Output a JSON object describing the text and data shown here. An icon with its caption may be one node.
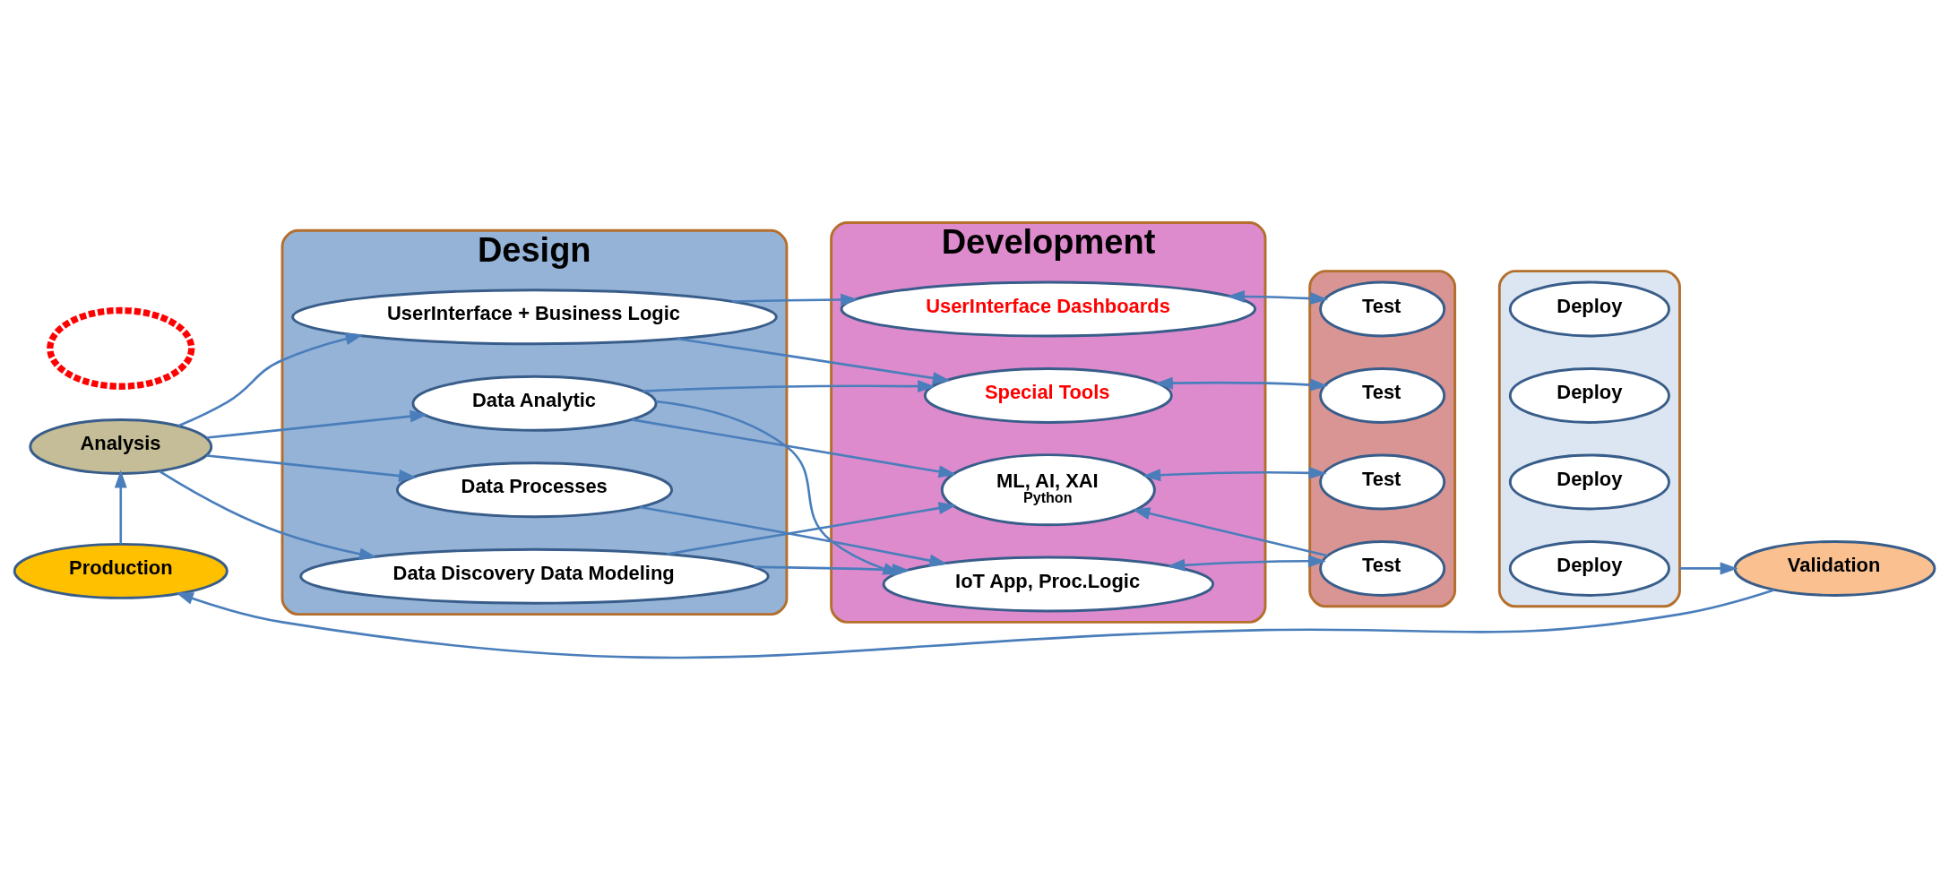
{
  "diagram": {
    "nodes": [
      {
        "text": [
          "Analysis"
        ]
      },
      {
        "text": [
          "Design"
        ]
      },
      {
        "text": [
          "Data Discovery Data Modeling"
        ],
        "in": 1
      },
      {
        "text": [
          "Data Processes"
        ],
        "in": 1
      },
      {
        "text": [
          "Data Analytic"
        ],
        "in": 1
      },
      {
        "text": [
          "UserInterface + Business Logic"
        ],
        "in": 1
      },
      {
        "text": [
          "Development"
        ]
      },
      {
        "text": [
          "IoT App, Proc.Logic"
        ],
        "in": 6
      },
      {
        "text": [
          "ML, AI, XAI",
          "Python"
        ],
        "in": 6
      },
      {
        "text": [
          "Special Tools"
        ],
        "in": 6
      },
      {
        "text": [
          "UserInterface Dashboards"
        ],
        "in": 6
      },
      {
        "text": [],
        "shape": "ellipse"
      },
      {
        "text": [
          "Test"
        ],
        "in": 11
      },
      {
        "text": [
          "Test"
        ],
        "in": 11
      },
      {
        "text": [
          "Test"
        ],
        "in": 11
      },
      {
        "text": [
          "Test"
        ],
        "in": 11
      },
      {
        "text": [],
        "shape": "ellipse"
      },
      {
        "text": [
          "Deploy"
        ],
        "in": 16
      },
      {
        "text": [
          "Deploy"
        ],
        "in": 16
      },
      {
        "text": [
          "Deploy"
        ],
        "in": 16
      },
      {
        "text": [
          "Deploy"
        ],
        "in": 16
      },
      {
        "text": [],
        "shape": "ellipse"
      },
      {
        "text": [
          "Production"
        ]
      },
      {
        "text": [
          "Validation"
        ]
      }
    ],
    "edges": [
      {
        "from": 0,
        "to": 2,
        "arrow": "to"
      },
      {
        "from": 0,
        "to": 3,
        "arrow": "to"
      },
      {
        "from": 0,
        "to": 4,
        "arrow": "to"
      },
      {
        "from": 0,
        "to": 5,
        "arrow": "to"
      },
      {
        "from": 2,
        "to": 7,
        "arrow": "to"
      },
      {
        "from": 2,
        "to": 8,
        "arrow": "to"
      },
      {
        "from": 3,
        "to": 7,
        "arrow": "to"
      },
      {
        "from": 4,
        "to": 7,
        "arrow": "to"
      },
      {
        "from": 4,
        "to": 8,
        "arrow": "to"
      },
      {
        "from": 4,
        "to": 9,
        "arrow": "to"
      },
      {
        "from": 5,
        "to": 9,
        "arrow": "to"
      },
      {
        "from": 5,
        "to": 10,
        "arrow": "to"
      },
      {
        "from": 7,
        "to": 12,
        "arrow": "both"
      },
      {
        "from": 12,
        "to": 8,
        "arrow": "to"
      },
      {
        "from": 8,
        "to": 13,
        "arrow": "both"
      },
      {
        "from": 9,
        "to": 14,
        "arrow": "both"
      },
      {
        "from": 10,
        "to": 15,
        "arrow": "both"
      },
      {
        "from": 16,
        "to": 23,
        "arrow": "to"
      },
      {
        "from": 23,
        "to": 22,
        "arrow": "to"
      },
      {
        "from": 22,
        "to": 0,
        "arrow": "to"
      }
    ]
  }
}
